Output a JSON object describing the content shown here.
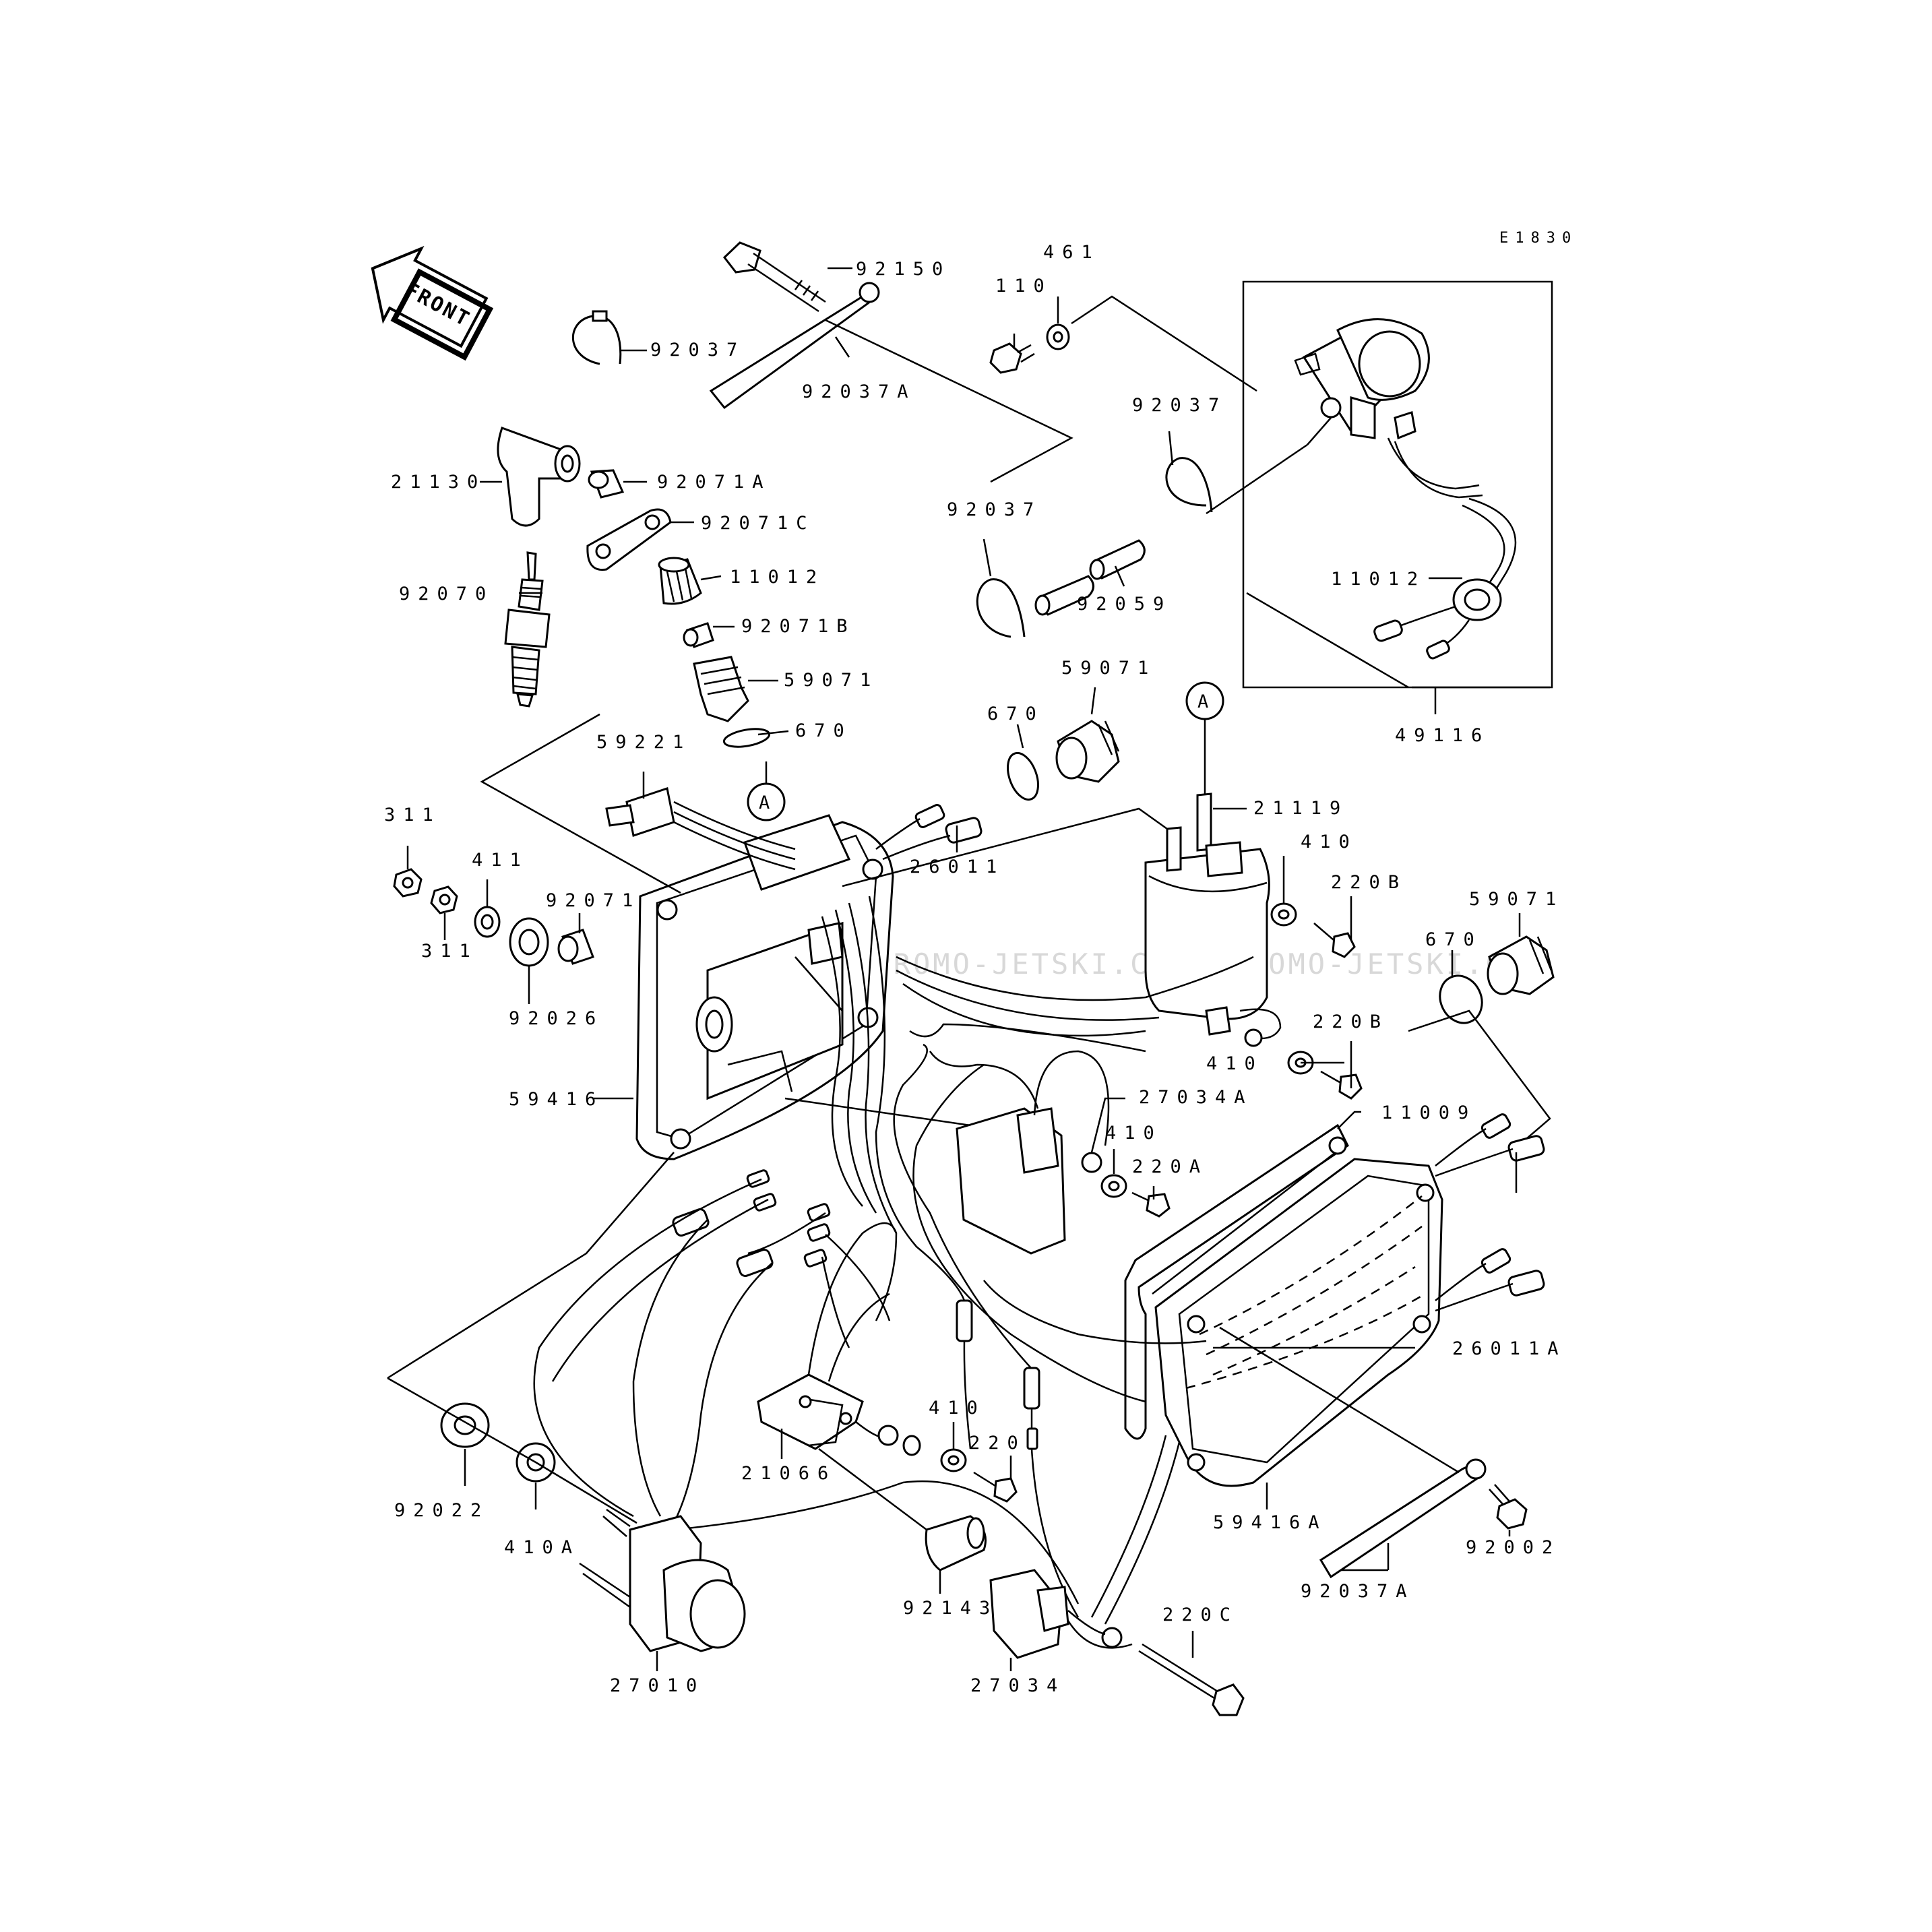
{
  "diagram_code": "E1830",
  "front_label": "FRONT",
  "callout_a": "A",
  "watermark": "JETSKI.COM  2PROMO-JETSKI.COM  2PROMO-JETSKI.COM",
  "labels": {
    "p92150": "92150",
    "p92037_top": "92037",
    "p92037A_top": "92037A",
    "p461": "461",
    "p110": "110",
    "p92037_mid": "92037",
    "p92037_left": "92037",
    "p92059": "92059",
    "p11012_right": "11012",
    "p49116": "49116",
    "p21130": "21130",
    "p92071A": "92071A",
    "p92071C": "92071C",
    "p11012_left": "11012",
    "p92070": "92070",
    "p92071B": "92071B",
    "p59071_left": "59071",
    "p670_left": "670",
    "p59221": "59221",
    "p670_mid": "670",
    "p59071_mid": "59071",
    "p21119": "21119",
    "p410_a": "410",
    "p220B_a": "220B",
    "p59071_right": "59071",
    "p670_right": "670",
    "p311_top": "311",
    "p411": "411",
    "p92071": "92071",
    "p311_bottom": "311",
    "p92026": "92026",
    "p26011": "26011",
    "p220B_b": "220B",
    "p410_b": "410",
    "p27034A": "27034A",
    "p11009": "11009",
    "p410_c": "410",
    "p220A": "220A",
    "p59416": "59416",
    "p26011A": "26011A",
    "p410_d": "410",
    "p220": "220",
    "p21066": "21066",
    "p92022": "92022",
    "p410A": "410A",
    "p59416A": "59416A",
    "p92002": "92002",
    "p92037A_bottom": "92037A",
    "p92143": "92143",
    "p220C": "220C",
    "p27010": "27010",
    "p27034": "27034"
  }
}
